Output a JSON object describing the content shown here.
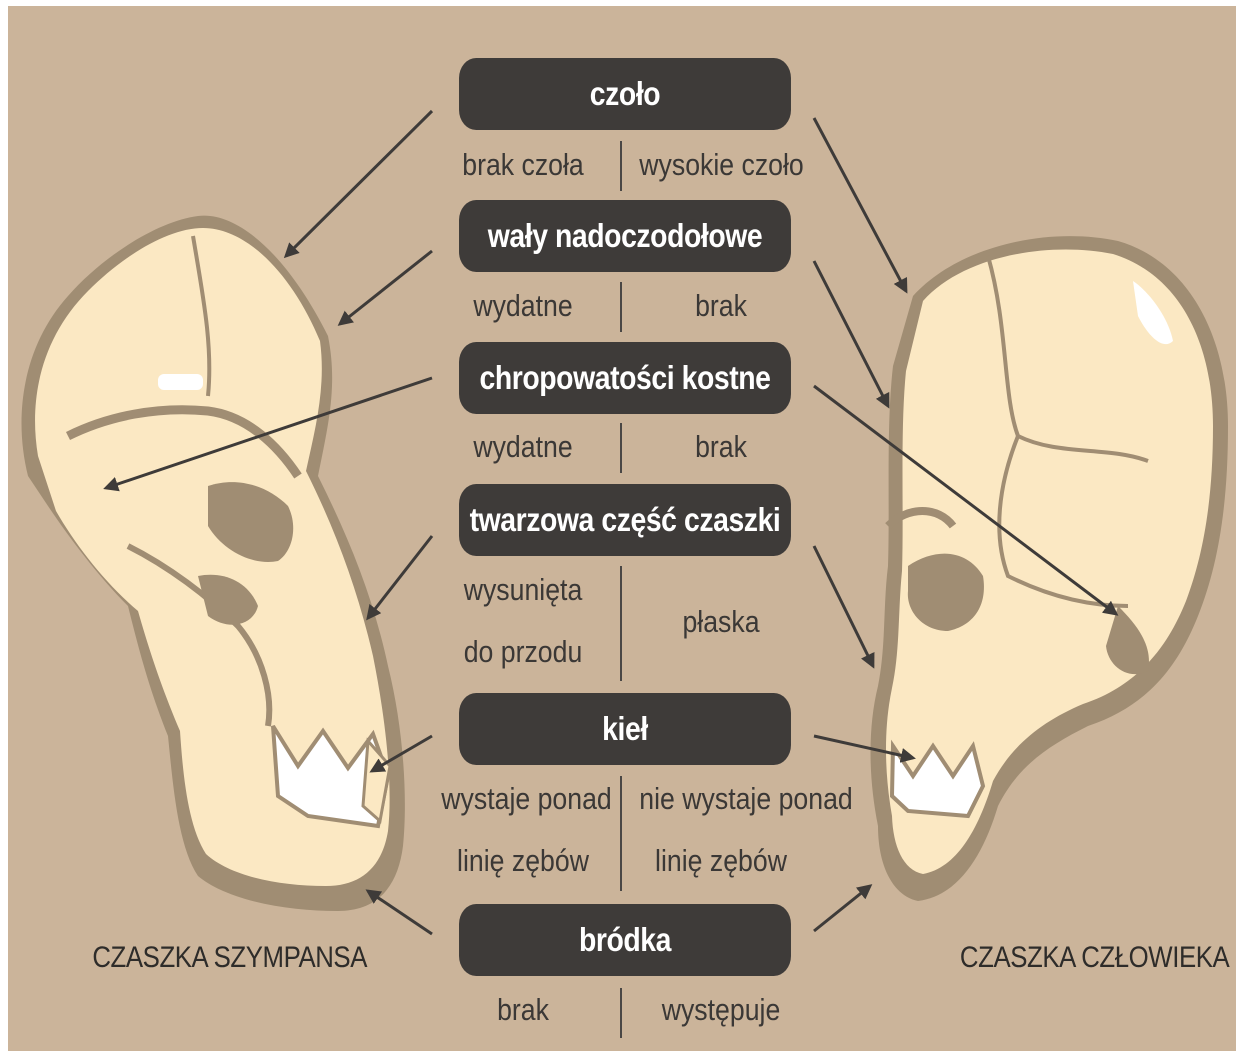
{
  "features": [
    {
      "name": "czoło",
      "left": "brak czoła",
      "right": "wysokie czoło"
    },
    {
      "name": "wały nadoczodołowe",
      "left": "wydatne",
      "right": "brak"
    },
    {
      "name": "chropowatości kostne",
      "left": "wydatne",
      "right": "brak"
    },
    {
      "name": "twarzowa część czaszki",
      "left_lines": [
        "wysunięta",
        "do przodu"
      ],
      "right": "płaska"
    },
    {
      "name": "kieł",
      "left_lines": [
        "wystaje ponad",
        "linię zębów"
      ],
      "right_lines": [
        "nie wystaje ponad",
        "linię zębów"
      ]
    },
    {
      "name": "bródka",
      "left": "brak",
      "right": "występuje"
    }
  ],
  "labels": {
    "left_skull": "CZASZKA SZYMPANSA",
    "right_skull": "CZASZKA CZŁOWIEKA"
  },
  "colors": {
    "background": "#cbb49a",
    "bone": "#fbe8c3",
    "bone_shadow": "#a08d73",
    "pill": "#3e3b39",
    "arrow": "#3e3b39"
  }
}
